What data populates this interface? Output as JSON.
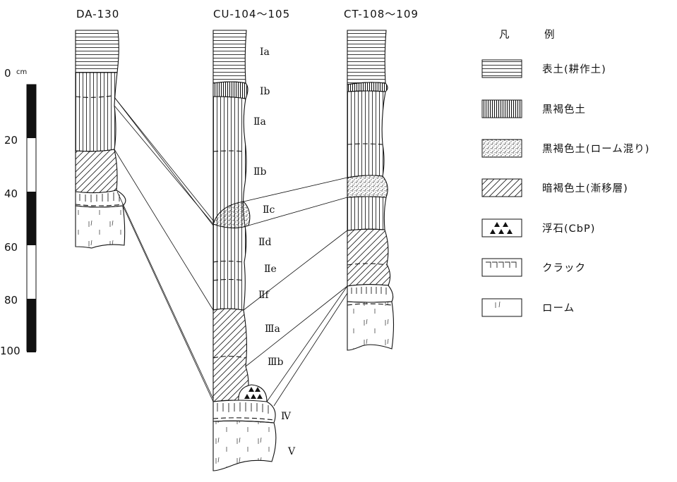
{
  "title": {
    "kanji1": "凡",
    "kanji2": "例"
  },
  "scale": {
    "unit": "cm",
    "ticks": [
      "0",
      "20",
      "40",
      "60",
      "80",
      "100"
    ]
  },
  "columns": [
    {
      "id": "da130",
      "label": "DA-130"
    },
    {
      "id": "cu104",
      "label": "CU-104〜105"
    },
    {
      "id": "ct108",
      "label": "CT-108〜109"
    }
  ],
  "layers": [
    "Ⅰa",
    "Ⅰb",
    "Ⅱa",
    "Ⅱb",
    "Ⅱc",
    "Ⅱd",
    "Ⅱe",
    "Ⅱf",
    "Ⅲa",
    "Ⅲb",
    "Ⅳ",
    "Ⅴ"
  ],
  "legend": [
    {
      "pattern": "horizontal",
      "label": "表土(耕作土)"
    },
    {
      "pattern": "vertical",
      "label": "黒褐色土"
    },
    {
      "pattern": "dots",
      "label": "黒褐色土(ローム混り)"
    },
    {
      "pattern": "diagonal",
      "label": "暗褐色土(漸移層)"
    },
    {
      "pattern": "pumice",
      "label": "浮石(CbP)"
    },
    {
      "pattern": "crack",
      "label": "クラック"
    },
    {
      "pattern": "loam",
      "label": "ローム"
    }
  ]
}
